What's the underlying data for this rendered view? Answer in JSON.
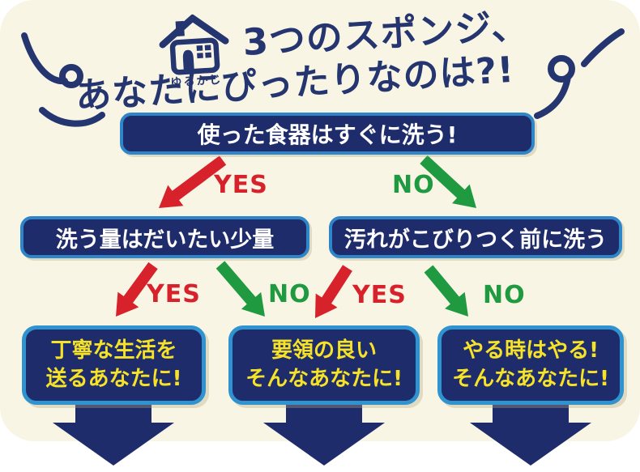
{
  "title": {
    "badge": "ゆるかじ",
    "line1": "3つのスポンジ、",
    "line2": "あなたにぴったりなのは?!"
  },
  "flow": {
    "question_top": "使った食器はすぐに洗う!",
    "question_left": "洗う量はだいたい少量",
    "question_right": "汚れがこびりつく前に洗う",
    "labels": {
      "yes": "YES",
      "no": "NO"
    },
    "results": [
      {
        "line1": "丁寧な生活を",
        "line2": "送るあなたに!"
      },
      {
        "line1": "要領の良い",
        "line2": "そんなあなたに!"
      },
      {
        "line1": "やる時はやる!",
        "line2": "そんなあなたに!"
      }
    ]
  },
  "colors": {
    "card_background": "#f9f5e5",
    "navy": "#1f2c6b",
    "title_navy": "#24356f",
    "question_border_blue": "#2e86c8",
    "result_border_blue": "#2f93d0",
    "yes_red": "#d7222b",
    "no_green": "#1f9a40",
    "result_text_yellow": "#f6e327",
    "question_text_white": "#ffffff"
  }
}
